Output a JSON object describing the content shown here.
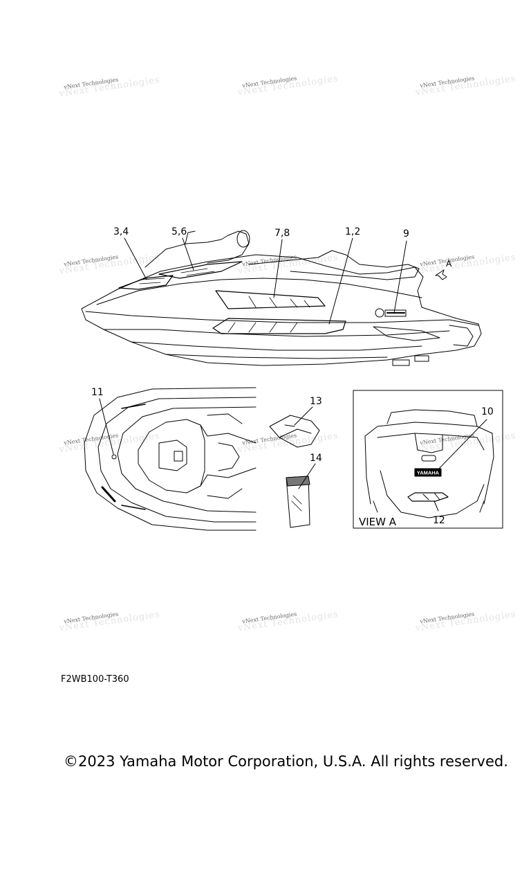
{
  "watermark": "vNext Technologies",
  "callouts": {
    "c34": "3,4",
    "c56": "5,6",
    "c78": "7,8",
    "c12": "1,2",
    "c9": "9",
    "cA": "A",
    "c11": "11",
    "c13": "13",
    "c14": "14",
    "c10": "10",
    "c12b": "12"
  },
  "view_label": "VIEW A",
  "plate_text": "YAMAHA",
  "diagram_code": "F2WB100-T360",
  "copyright": "©2023 Yamaha Motor Corporation, U.S.A. All rights reserved."
}
